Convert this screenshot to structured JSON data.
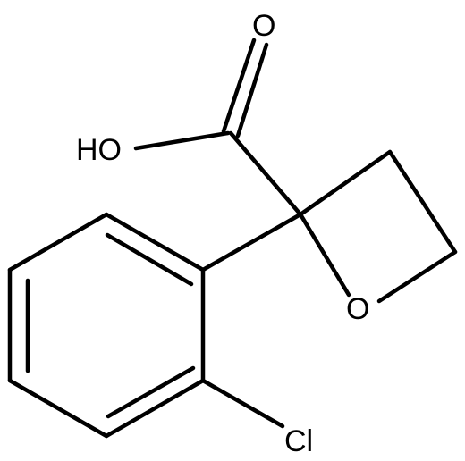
{
  "molecule": {
    "atoms": {
      "carbonyl_oxygen": "O",
      "hydroxyl": "HO",
      "ring_oxygen": "O",
      "chlorine": "Cl"
    },
    "bond_color": "#000000",
    "background": "#ffffff"
  }
}
